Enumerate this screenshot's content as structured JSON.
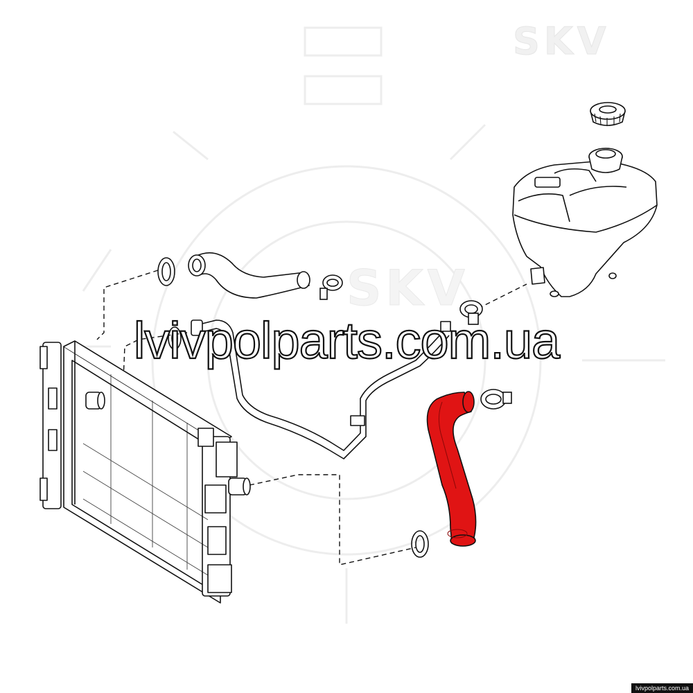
{
  "watermark": {
    "brand_top": "SKV",
    "brand_center": "SKV",
    "site_url": "lvivpolparts.com.ua"
  },
  "credit": {
    "text": "lvivpolparts.com.ua"
  },
  "colors": {
    "line_art": "#111111",
    "highlight_part": "#e01414",
    "faint_watermark": "#ececec",
    "background": "#ffffff"
  },
  "parts": [
    "radiator",
    "expansion-tank",
    "expansion-tank-cap",
    "upper-radiator-hose",
    "lower-radiator-hose",
    "coolant-pipe",
    "hose-clamp",
    "o-ring"
  ],
  "highlighted_part": "lower-radiator-hose"
}
